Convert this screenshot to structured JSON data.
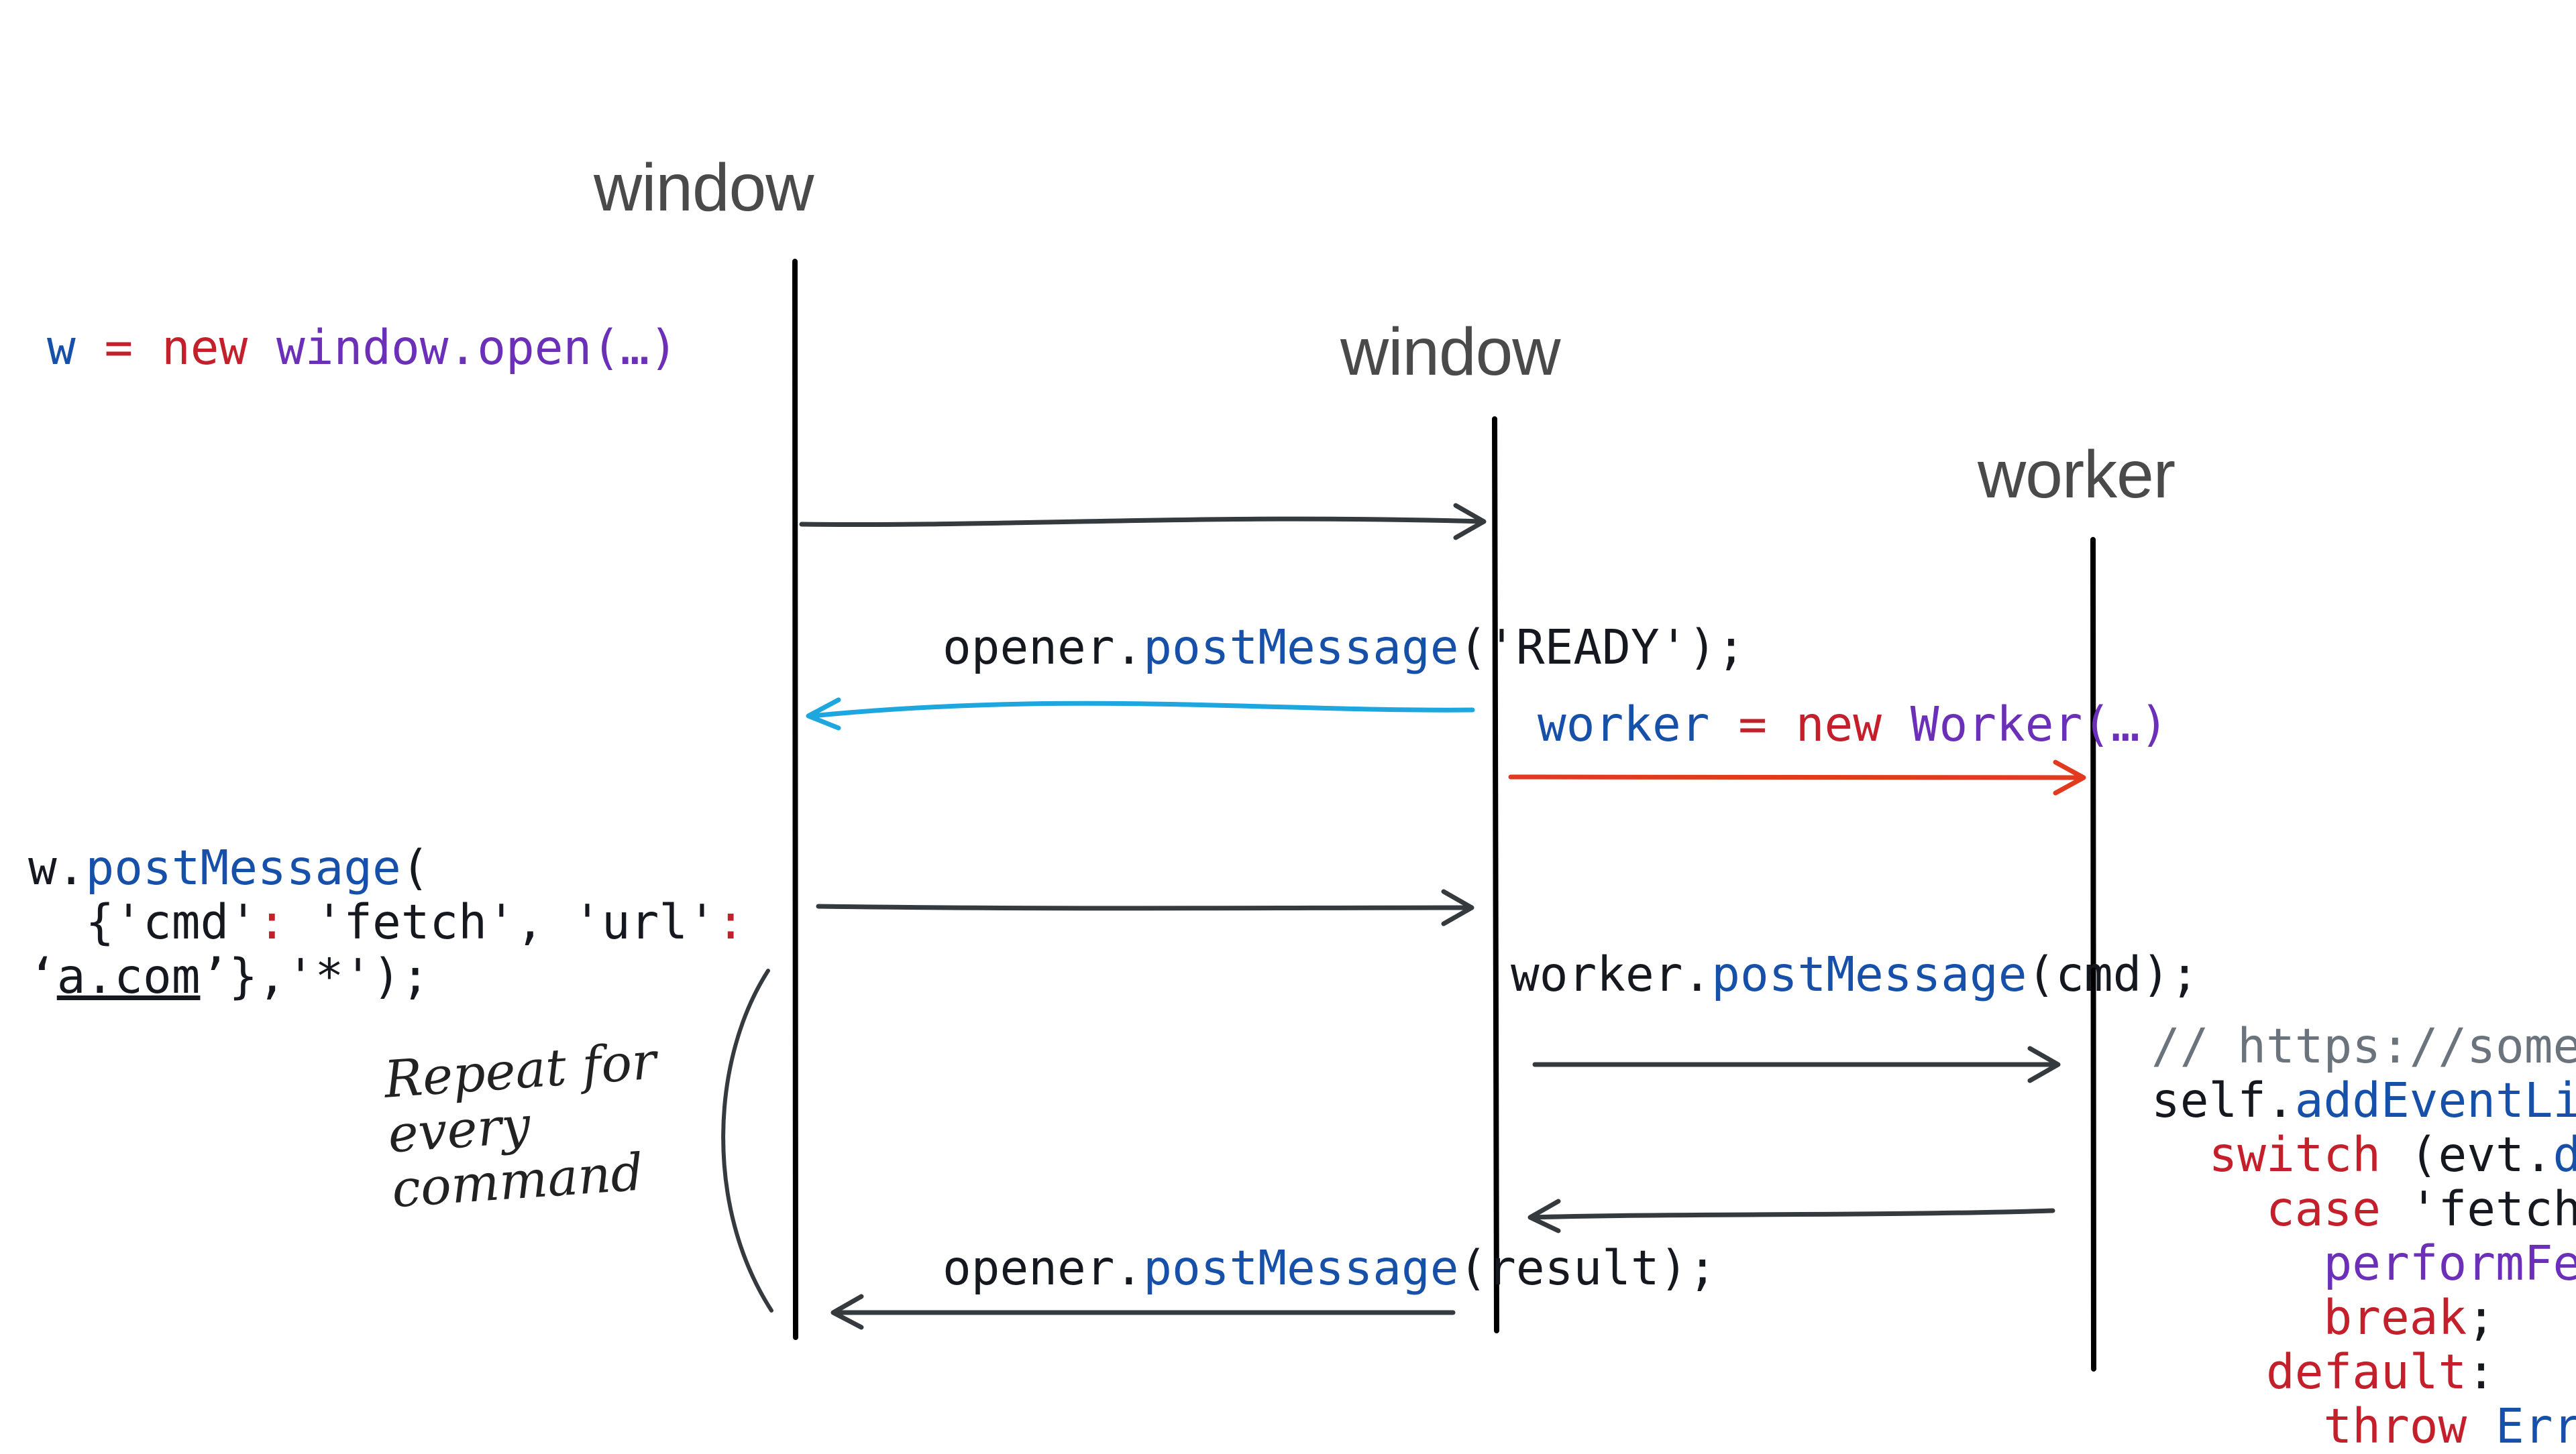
{
  "lanes": [
    "window",
    "window",
    "worker"
  ],
  "colors": {
    "arrow": "#353a3e",
    "cyan": "#1ea6df",
    "red": "#e23a1f",
    "ink": "#15191f",
    "blue": "#1750a8",
    "keyword": "#c3202b",
    "purple": "#6c2fb8",
    "muted": "#6b737c"
  },
  "code_open": {
    "var": "w",
    "eq": " = ",
    "kw": "new",
    "sp": " ",
    "cls": "window.open(…)"
  },
  "code_ready": {
    "obj": "opener.",
    "method": "postMessage",
    "arg": "('READY');"
  },
  "code_new_worker": {
    "var": "worker",
    "eq": " = ",
    "kw": "new",
    "sp": " ",
    "cls": "Worker(…)"
  },
  "code_w_post": {
    "l1_obj": "w.",
    "l1_method": "postMessage",
    "l1_rest": "(",
    "l2_a": "  {'cmd'",
    "l2_colon1": ":",
    "l2_b": " 'fetch', 'url'",
    "l2_colon2": ":",
    "l3_q": "‘",
    "l3_link": "a.com",
    "l3_rest": "’},'*');"
  },
  "code_worker_post": {
    "obj": "worker.",
    "method": "postMessage",
    "arg": "(cmd);"
  },
  "code_result": {
    "obj": "opener.",
    "method": "postMessage",
    "arg": "(result);"
  },
  "worker_code": {
    "l1": "// https://some",
    "l2_a": "self.",
    "l2_b": "addEventLi",
    "l3_kw": "  switch",
    "l3_rest": " (evt.",
    "l3_c": "d",
    "l4_kw": "    case",
    "l4_rest": " 'fetch",
    "l5": "      performFe",
    "l6_kw": "      break",
    "l6_rest": ";",
    "l7_kw": "    default",
    "l7_rest": ":",
    "l8_kw": "      throw",
    "l8_rest": " Err"
  },
  "annotation": [
    "Repeat for",
    "every",
    "command"
  ]
}
